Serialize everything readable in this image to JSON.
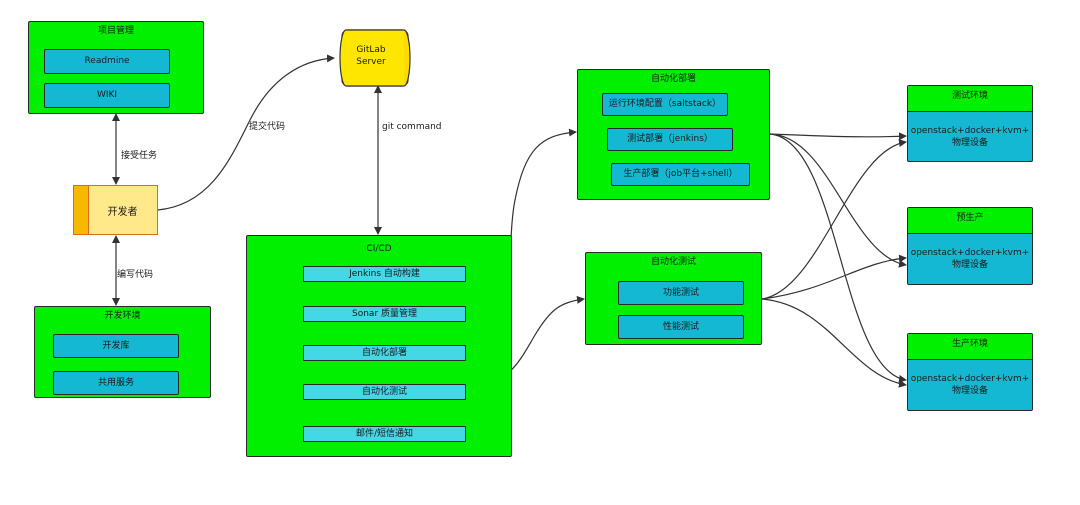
{
  "project_mgmt": {
    "title": "项目管理",
    "items": [
      "Readmine",
      "WIKI"
    ]
  },
  "developer": {
    "label": "开发者"
  },
  "dev_env": {
    "title": "开发环境",
    "items": [
      "开发库",
      "共用服务"
    ]
  },
  "gitlab": {
    "line1": "GitLab",
    "line2": "Server"
  },
  "cicd": {
    "title": "CI/CD",
    "steps": [
      "Jenkins 自动构建",
      "Sonar 质量管理",
      "自动化部署",
      "自动化测试",
      "邮件/短信通知"
    ]
  },
  "auto_deploy": {
    "title": "自动化部署",
    "items": [
      "运行环境配置（saltstack）",
      "测试部署（jenkins）",
      "生产部署（job平台+shell）"
    ]
  },
  "auto_test": {
    "title": "自动化测试",
    "items": [
      "功能测试",
      "性能测试"
    ]
  },
  "environments": [
    {
      "title": "测试环境",
      "line1": "openstack+docker+kvm+",
      "line2": "物理设备"
    },
    {
      "title": "预生产",
      "line1": "openstack+docker+kvm+",
      "line2": "物理设备"
    },
    {
      "title": "生产环境",
      "line1": "openstack+docker+kvm+",
      "line2": "物理设备"
    }
  ],
  "edge_labels": {
    "receive_task": "接受任务",
    "write_code": "编写代码",
    "commit_code": "提交代码",
    "git_command": "git command"
  }
}
